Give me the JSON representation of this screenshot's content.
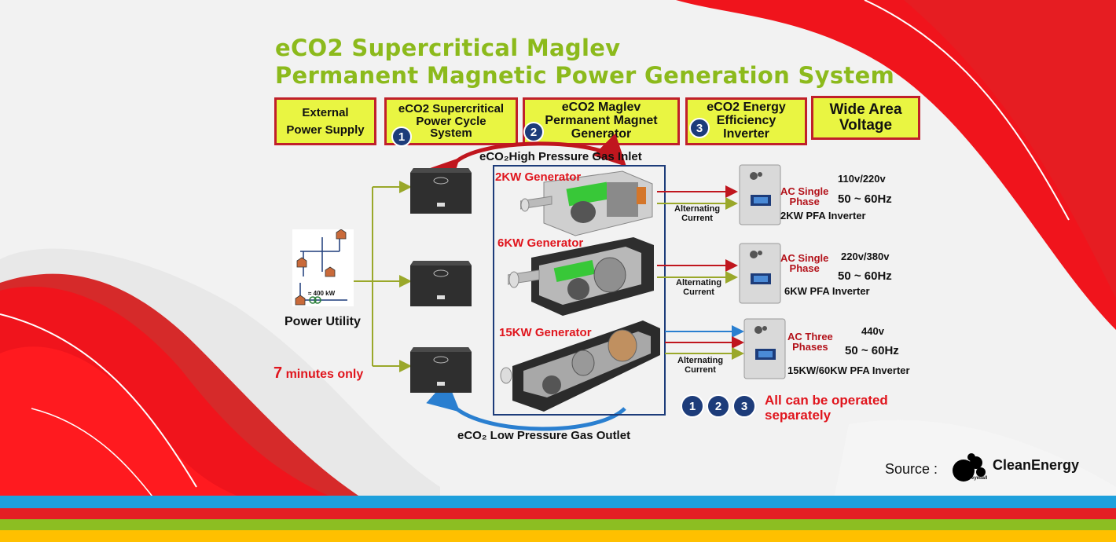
{
  "title": {
    "line1": "eCO2 Supercritical Maglev",
    "line2": "Permanent Magnetic Power Generation System"
  },
  "header_boxes": [
    {
      "label_lines": [
        "External",
        "Power Supply"
      ]
    },
    {
      "label_lines": [
        "eCO2 Supercritical",
        "Power Cycle",
        "System"
      ],
      "badge": "1"
    },
    {
      "label_lines": [
        "eCO2 Maglev",
        "Permanent Magnet",
        "Generator"
      ],
      "badge": "2"
    },
    {
      "label_lines": [
        "eCO2 Energy",
        "Efficiency",
        "Inverter"
      ],
      "badge": "3"
    },
    {
      "label_lines": [
        "Wide Area",
        "Voltage"
      ]
    }
  ],
  "flow": {
    "inlet": "eCO₂High Pressure Gas Inlet",
    "outlet": "eCO₂ Low Pressure Gas Outlet"
  },
  "power_utility": {
    "label": "Power Utility",
    "capacity": "≈ 400 kW",
    "time_number": "7",
    "time_text": " minutes only"
  },
  "generators": [
    {
      "label": "2KW Generator"
    },
    {
      "label": "6KW Generator"
    },
    {
      "label": "15KW Generator"
    }
  ],
  "outputs": [
    {
      "current": [
        "Alternating",
        "Current"
      ],
      "phase": [
        "AC Single",
        "Phase"
      ],
      "voltage": "110v/220v",
      "frequency": "50 ~ 60Hz",
      "inverter": "2KW PFA Inverter"
    },
    {
      "current": [
        "Alternating",
        "Current"
      ],
      "phase": [
        "AC Single",
        "Phase"
      ],
      "voltage": "220v/380v",
      "frequency": "50 ~ 60Hz",
      "inverter": "6KW PFA Inverter"
    },
    {
      "current": [
        "Alternating",
        "Current"
      ],
      "phase": [
        "AC Three",
        "Phases"
      ],
      "voltage": "440v",
      "frequency": "50 ~ 60Hz",
      "inverter": "15KW/60KW PFA Inverter"
    }
  ],
  "separate_note": {
    "badges": [
      "1",
      "2",
      "3"
    ],
    "line1": "All can be operated",
    "line2": "separately"
  },
  "source": {
    "label": "Source :",
    "brand": "CleanEnergy",
    "logo_text": "eyeball"
  },
  "colors": {
    "title_green": "#8cba1c",
    "box_yellow": "#e9f542",
    "box_border": "#c0202a",
    "badge_blue": "#1d3c7a",
    "accent_red": "#e0151d",
    "line_olive": "#9aa82a",
    "line_blue": "#2a7fd0"
  }
}
